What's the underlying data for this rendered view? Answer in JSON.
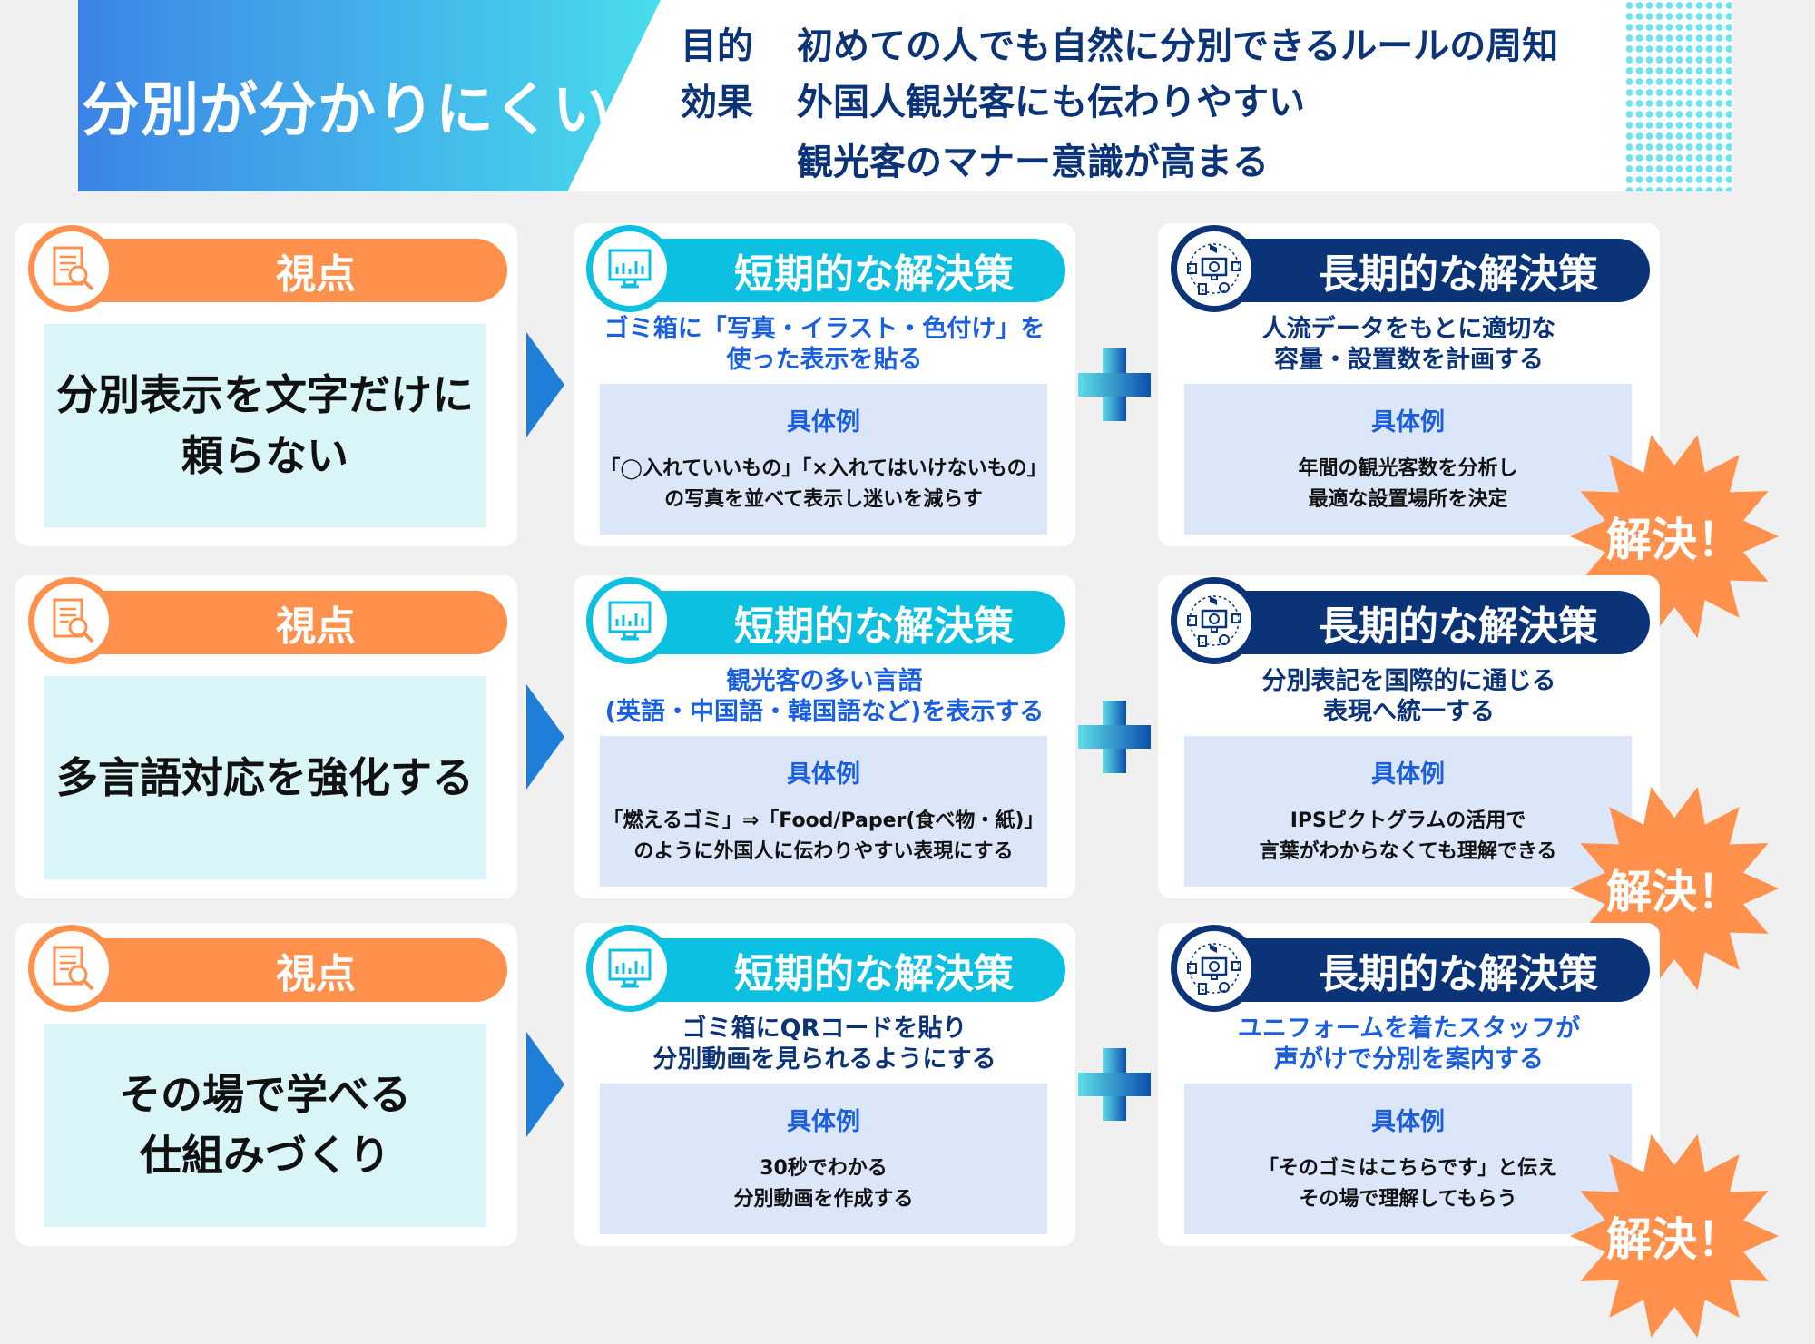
{
  "header": {
    "title": "分別が分かりにくい",
    "purpose_label": "目的",
    "purpose": "初めての人でも自然に分別できるルールの周知",
    "effect_label": "効果",
    "effects": [
      "外国人観光客にも伝わりやすい",
      "観光客のマナー意識が高まる"
    ]
  },
  "colors": {
    "orange": "#ff914d",
    "cyan": "#0bc0e0",
    "navy": "#0a3378",
    "blue_text": "#1a5fe0"
  },
  "rows": [
    {
      "viewpoint_label": "視点",
      "viewpoint": "分別表示を文字だけに\n頼らない",
      "short": {
        "label": "短期的な解決策",
        "text": "ゴミ箱に「写真・イラスト・色付け」を\n使った表示を貼る",
        "text_color": "#1a5fe0",
        "example_label": "具体例",
        "example": "「◯入れていいもの」「×入れてはいけないもの」\nの写真を並べて表示し迷いを減らす"
      },
      "long": {
        "label": "長期的な解決策",
        "text": "人流データをもとに適切な\n容量・設置数を計画する",
        "text_color": "#0a3378",
        "example_label": "具体例",
        "example": "年間の観光客数を分析し\n最適な設置場所を決定"
      },
      "badge": "解決！"
    },
    {
      "viewpoint_label": "視点",
      "viewpoint": "多言語対応を強化する",
      "short": {
        "label": "短期的な解決策",
        "text": "観光客の多い言語\n(英語・中国語・韓国語など)を表示する",
        "text_color": "#1a5fe0",
        "example_label": "具体例",
        "example": "「燃えるゴミ」⇒「Food/Paper(食べ物・紙)」\nのように外国人に伝わりやすい表現にする"
      },
      "long": {
        "label": "長期的な解決策",
        "text": "分別表記を国際的に通じる\n表現へ統一する",
        "text_color": "#0a3378",
        "example_label": "具体例",
        "example": "IPSピクトグラムの活用で\n言葉がわからなくても理解できる"
      },
      "badge": "解決！"
    },
    {
      "viewpoint_label": "視点",
      "viewpoint": "その場で学べる\n仕組みづくり",
      "short": {
        "label": "短期的な解決策",
        "text": "ゴミ箱にQRコードを貼り\n分別動画を見られるようにする",
        "text_color": "#0a3378",
        "example_label": "具体例",
        "example": "30秒でわかる\n分別動画を作成する"
      },
      "long": {
        "label": "長期的な解決策",
        "text": "ユニフォームを着たスタッフが\n声がけで分別を案内する",
        "text_color": "#1a5fe0",
        "example_label": "具体例",
        "example": "「そのゴミはこちらです」と伝え\nその場で理解してもらう"
      },
      "badge": "解決！"
    }
  ]
}
